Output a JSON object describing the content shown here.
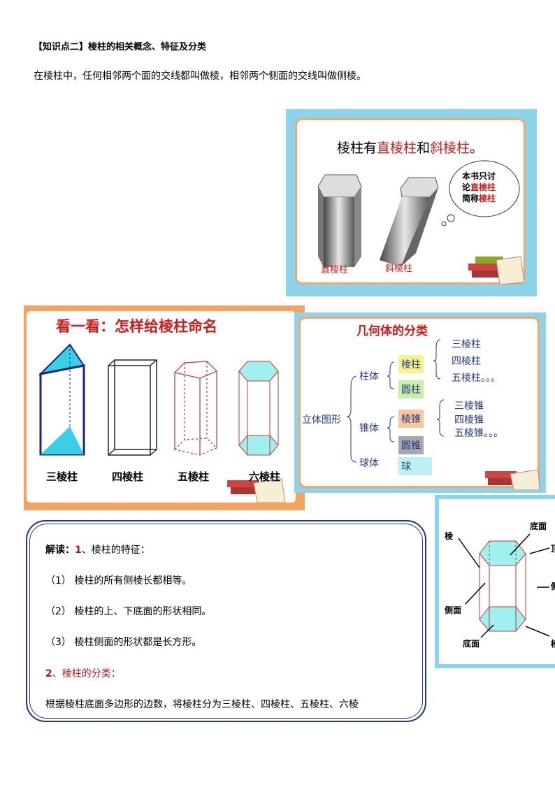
{
  "heading": "【知识点二】棱柱的相关概念、特征及分类",
  "intro": "在棱柱中，任何相邻两个面的交线都叫做棱，相邻两个侧面的交线叫做侧棱。",
  "slide1": {
    "title_prefix": "棱柱有",
    "title_red1": "直棱柱",
    "title_mid": "和",
    "title_red2": "斜棱柱",
    "title_suffix": "。",
    "bubble_line1": "本书只讨",
    "bubble_line2_prefix": "论",
    "bubble_line2_red": "直棱柱",
    "bubble_line3_prefix": "简称",
    "bubble_line3_red": "棱柱",
    "label_left": "直棱柱",
    "label_right": "斜棱柱"
  },
  "slide2": {
    "title": "看一看：怎样给棱柱命名",
    "labels": [
      "三棱柱",
      "四棱柱",
      "五棱柱",
      "六棱柱"
    ]
  },
  "slide3": {
    "title": "几何体的分类",
    "root": "立体图形",
    "zhuti": "柱体",
    "zhuiti": "锥体",
    "qiuti": "球体",
    "lengzhu": "棱柱",
    "yuanzhu": "圆柱",
    "lengzhui": "棱锥",
    "yuanzhui": "圆锥",
    "qiu": "球",
    "zhu_types": [
      "三棱柱",
      "四棱柱",
      "五棱柱。。。"
    ],
    "zhui_types": [
      "三棱锥",
      "四棱锥",
      "五棱锥。。。"
    ],
    "colors": {
      "lengzhu": "#f7f38a",
      "yuanzhu": "#c9f0a8",
      "lengzhui": "#f6c79a",
      "yuanzhui": "#a9a9a9",
      "qiu": "#bdf0f5"
    }
  },
  "slide4": {
    "labels": {
      "leng": "棱",
      "dimian_top": "底面",
      "cemian": "侧面",
      "dimian_bottom": "底面",
      "cut_top": "顶",
      "cut_mid": "侧",
      "cut_bottom": "棱"
    }
  },
  "reading": {
    "line1_prefix": "解读：",
    "line1_red": "1",
    "line1_suffix": "、棱柱的特征：",
    "line2": "（1）  棱柱的所有侧棱长都相等。",
    "line3": "（2）  棱柱的上、下底面的形状相同。",
    "line4": "（3）  棱柱侧面的形状都是长方形。",
    "line5_red": "2",
    "line5_suffix": "、棱柱的分类：",
    "line6": "根据棱柱底面多边形的边数，将棱柱分为三棱柱、四棱柱、五棱柱、六棱"
  }
}
